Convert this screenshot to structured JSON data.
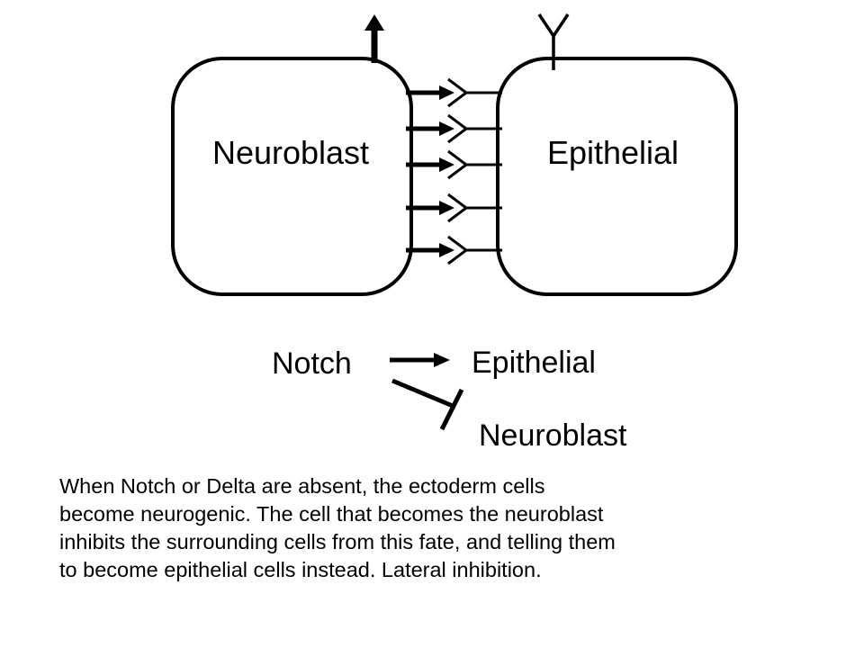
{
  "cells": {
    "left_label": "Neuroblast",
    "right_label": "Epithelial"
  },
  "pathway": {
    "input_label": "Notch",
    "activated_label": "Epithelial",
    "inhibited_label": "Neuroblast"
  },
  "caption": {
    "lines": [
      "When Notch or Delta are absent, the ectoderm cells",
      "become neurogenic.  The cell that becomes the neuroblast",
      "inhibits the surrounding cells from this fate, and telling them",
      "to become epithelial cells instead.  Lateral inhibition."
    ]
  },
  "colors": {
    "ink": "#000000",
    "background": "#ffffff"
  }
}
